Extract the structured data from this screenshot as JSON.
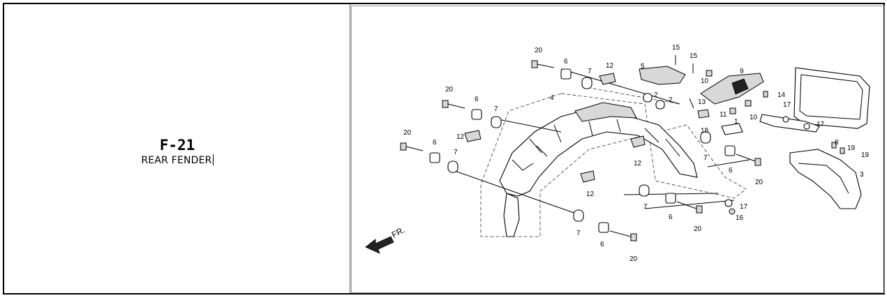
{
  "page": {
    "code": "F-21",
    "title": "REAR FENDER"
  },
  "diagram": {
    "direction_label": "FR.",
    "callouts": [
      "20",
      "6",
      "7",
      "12",
      "15",
      "15",
      "5",
      "10",
      "9",
      "4",
      "2",
      "2",
      "13",
      "14",
      "17",
      "11",
      "10",
      "18",
      "1",
      "17",
      "20",
      "6",
      "7",
      "12",
      "8",
      "19",
      "19",
      "20",
      "6",
      "7",
      "12",
      "7",
      "6",
      "20",
      "3",
      "12",
      "17",
      "16",
      "7",
      "6",
      "20",
      "20",
      "6",
      "7"
    ]
  }
}
